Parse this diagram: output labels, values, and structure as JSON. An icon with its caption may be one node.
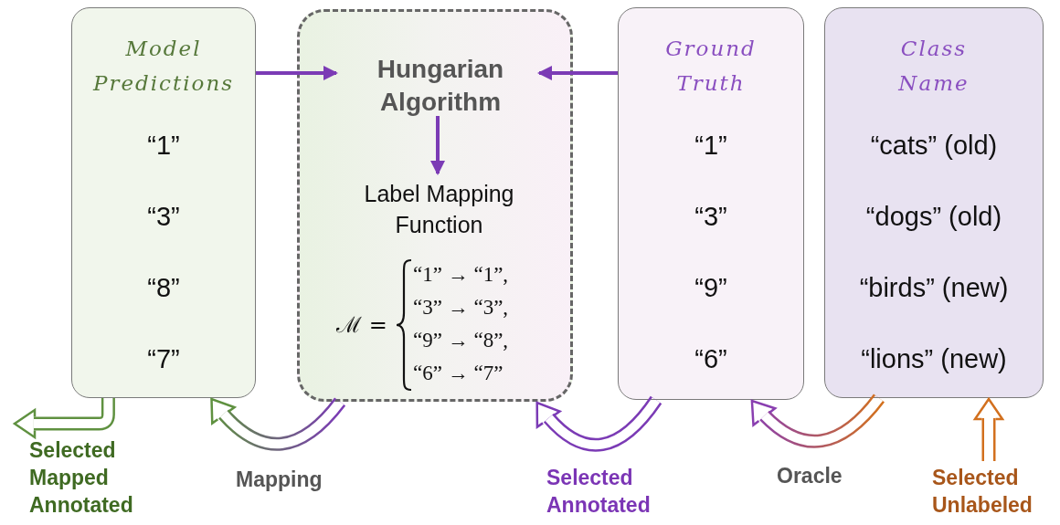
{
  "diagram": {
    "nodes": [
      {
        "text": [
          "Model Predictions",
          "“1”",
          "“3”",
          "“8”",
          "“7”"
        ]
      },
      {
        "text": [],
        "shape": "box"
      },
      {
        "text": [
          "Hungarian Algorithm"
        ],
        "in": 1
      },
      {
        "text": [
          "Label Mapping Function",
          "ℳ =",
          "“1” → “1”,",
          "“3” → “3”,",
          "“9” → “8”,",
          "“6” → “7”"
        ],
        "in": 1
      },
      {
        "text": [
          "Ground Truth",
          "“1”",
          "“3”",
          "“9”",
          "“6”"
        ]
      },
      {
        "text": [
          "Class Name",
          "“cats” (old)",
          "“dogs” (old)",
          "“birds” (new)",
          "“lions” (new)"
        ]
      }
    ],
    "edges": [
      {
        "from": 0,
        "to": 2,
        "arrow": "to",
        "color": "#7b3bb5"
      },
      {
        "from": 4,
        "to": 2,
        "arrow": "to",
        "color": "#7b3bb5"
      },
      {
        "from": 2,
        "to": 3,
        "arrow": "to",
        "color": "#7b3bb5"
      },
      {
        "from": 0,
        "to": null,
        "arrow": "to",
        "style": "thick",
        "color": "#5f9140",
        "label": "Selected Mapped Annotated"
      },
      {
        "from": 1,
        "to": 0,
        "arrow": "to",
        "style": "thick",
        "color": "#5f9140",
        "label": "Mapping"
      },
      {
        "from": 4,
        "to": 1,
        "arrow": "to",
        "style": "thick",
        "color": "#7b3bb5",
        "label": "Selected Annotated"
      },
      {
        "from": 5,
        "to": 4,
        "arrow": "to",
        "style": "thick",
        "color": "#8a3fb0",
        "label": "Oracle"
      },
      {
        "from": null,
        "to": 5,
        "arrow": "to",
        "style": "thick",
        "color": "#d2701e",
        "label": "Selected Unlabeled"
      }
    ]
  }
}
